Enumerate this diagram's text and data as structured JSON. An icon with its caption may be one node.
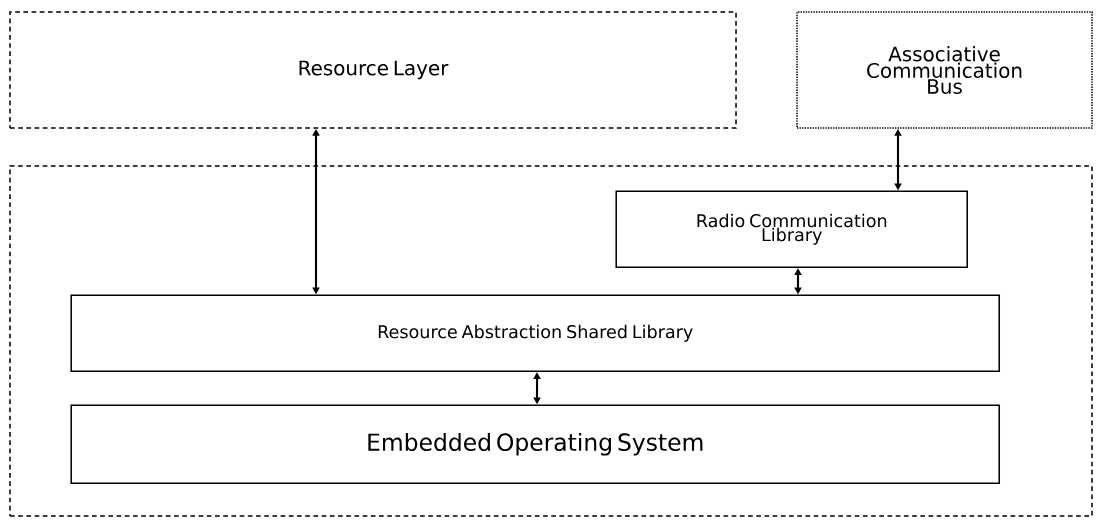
{
  "diagram": {
    "nodes": [
      {
        "text": [
          "Resource Layer"
        ]
      },
      {
        "text": [
          "Associative Communication Bus"
        ]
      },
      {
        "text": [],
        "shape": "box"
      },
      {
        "text": [
          "Radio Communication Library"
        ],
        "in": 2
      },
      {
        "text": [
          "Resource Abstraction Shared Library"
        ],
        "in": 2
      },
      {
        "text": [
          "Embedded Operating System"
        ],
        "in": 2
      }
    ],
    "edges": [
      {
        "from": 0,
        "to": 4,
        "arrow": "both"
      },
      {
        "from": 1,
        "to": 3,
        "arrow": "both"
      },
      {
        "from": 3,
        "to": 4,
        "arrow": "both"
      },
      {
        "from": 4,
        "to": 5,
        "arrow": "both"
      }
    ]
  }
}
